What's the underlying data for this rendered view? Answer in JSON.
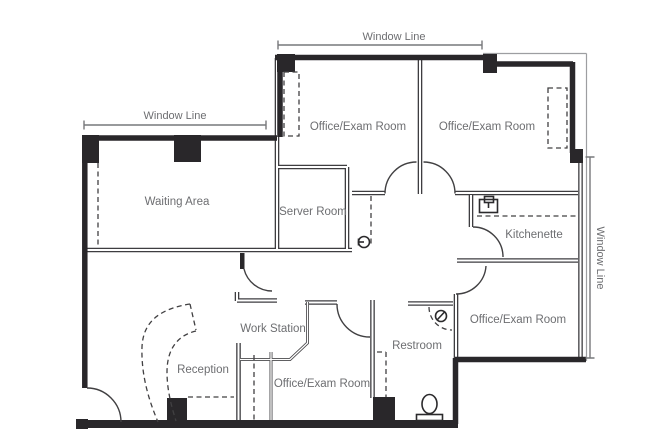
{
  "rooms": [
    {
      "id": "waiting-area",
      "label": "Waiting Area"
    },
    {
      "id": "office-exam-top-left",
      "label": "Office/Exam Room"
    },
    {
      "id": "office-exam-top-right",
      "label": "Office/Exam Room"
    },
    {
      "id": "server-room",
      "label": "Server Room"
    },
    {
      "id": "kitchenette",
      "label": "Kitchenette"
    },
    {
      "id": "office-exam-right",
      "label": "Office/Exam Room"
    },
    {
      "id": "restroom",
      "label": "Restroom"
    },
    {
      "id": "office-exam-bottom",
      "label": "Office/Exam Room"
    },
    {
      "id": "work-station",
      "label": "Work Station"
    },
    {
      "id": "reception",
      "label": "Reception"
    }
  ],
  "dimensions": {
    "top_left": {
      "label": "Window Line"
    },
    "top_right": {
      "label": "Window Line"
    },
    "right": {
      "label": "Window Line"
    }
  },
  "fixtures": [
    {
      "name": "sink-icon"
    },
    {
      "name": "toilet-icon"
    },
    {
      "name": "door-closer-icon"
    },
    {
      "name": "floor-symbol-icon"
    }
  ],
  "colors": {
    "exterior_wall": "#29272a",
    "interior_wall": "#3e3d40",
    "label_text": "#6d6e71",
    "dimension_line": "#77787b",
    "background": "#ffffff"
  }
}
